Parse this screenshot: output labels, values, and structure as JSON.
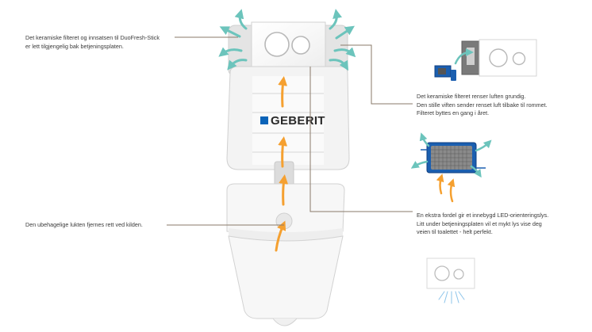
{
  "colors": {
    "teal_arrow": "#6cc4bc",
    "orange_arrow": "#f5a030",
    "leader_line": "#8a7a6a",
    "brand_blue": "#0a63b8",
    "led_glow": "#8cc4ea",
    "filter_blue": "#1b5fb0"
  },
  "brand": {
    "name": "GEBERIT"
  },
  "captions": {
    "filter_access": {
      "lines": [
        "Det keramiske filteret og innsatsen til DuoFresh-Stick",
        "er lett tilgjengelig bak betjeningsplaten."
      ]
    },
    "odor_source": {
      "lines": [
        "Den ubehagelige lukten fjernes rett ved kilden."
      ]
    },
    "ceramic_filter": {
      "lines": [
        "Det keramiske filteret renser luften grundig.",
        "Den stille viften sender renset luft tilbake til rommet.",
        "Filteret byttes en gang i året."
      ]
    },
    "led": {
      "lines": [
        "En ekstra fordel gir et innebygd LED-orienteringslys.",
        "Litt under betjeningsplaten vil et mykt lys vise deg",
        "veien til toalettet - helt perfekt."
      ]
    }
  },
  "icons": {
    "flush_plate": "flush-plate-icon",
    "filter_insert": "filter-insert-icon",
    "ceramic_filter": "ceramic-filter-icon",
    "led_plate": "led-flush-plate-icon"
  }
}
